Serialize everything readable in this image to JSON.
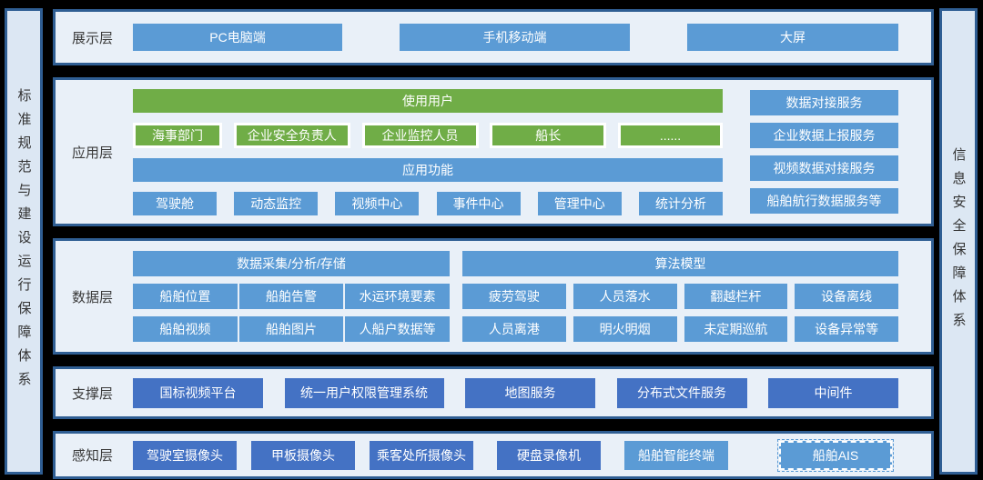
{
  "colors": {
    "background": "#000000",
    "panel_fill": "#E9F0F8",
    "sidebar_fill": "#DCE7F3",
    "panel_border": "#2F5E93",
    "accent_blue": "#5B9BD5",
    "accent_dark_blue": "#4472C4",
    "accent_green": "#70AD47",
    "button_text": "#FFFFFF",
    "label_text": "#3B3B3B"
  },
  "left_sidebar": {
    "label": "标准规范与建设运行保障体系"
  },
  "right_sidebar": {
    "label": "信息安全保障体系"
  },
  "layers": {
    "display": {
      "label": "展示层",
      "items": [
        "PC电脑端",
        "手机移动端",
        "大屏"
      ]
    },
    "application": {
      "label": "应用层",
      "user_banner": "使用用户",
      "users": [
        "海事部门",
        "企业安全负责人",
        "企业监控人员",
        "船长",
        "......"
      ],
      "function_banner": "应用功能",
      "functions": [
        "驾驶舱",
        "动态监控",
        "视频中心",
        "事件中心",
        "管理中心",
        "统计分析"
      ],
      "services": [
        "数据对接服务",
        "企业数据上报服务",
        "视频数据对接服务",
        "船舶航行数据服务等"
      ]
    },
    "data": {
      "label": "数据层",
      "collection": {
        "header": "数据采集/分析/存储",
        "rows": [
          [
            "船舶位置",
            "船舶告警",
            "水运环境要素"
          ],
          [
            "船舶视频",
            "船舶图片",
            "人船户数据等"
          ]
        ]
      },
      "algorithm": {
        "header": "算法模型",
        "rows": [
          [
            "疲劳驾驶",
            "人员落水",
            "翻越栏杆",
            "设备离线"
          ],
          [
            "人员离港",
            "明火明烟",
            "未定期巡航",
            "设备异常等"
          ]
        ]
      }
    },
    "support": {
      "label": "支撑层",
      "items": [
        "国标视频平台",
        "统一用户权限管理系统",
        "地图服务",
        "分布式文件服务",
        "中间件"
      ]
    },
    "perception": {
      "label": "感知层",
      "items": [
        {
          "text": "驾驶室摄像头"
        },
        {
          "text": "甲板摄像头"
        },
        {
          "text": "乘客处所摄像头"
        },
        {
          "text": "硬盘录像机"
        },
        {
          "text": "船舶智能终端"
        },
        {
          "text": "船舶AIS"
        }
      ]
    }
  }
}
